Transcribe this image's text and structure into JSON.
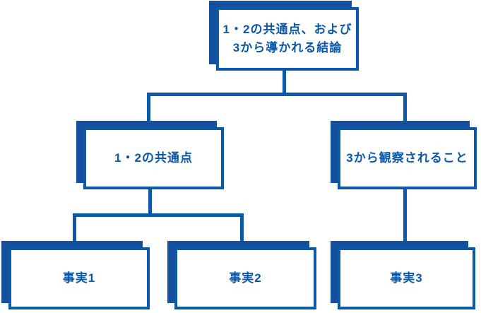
{
  "colors": {
    "line": "#0a5aa9",
    "shadow": "#15509f",
    "text": "#0b57a8",
    "box_bg": "#ffffff",
    "page_bg": "#ffffff"
  },
  "nodes": {
    "conclusion": {
      "lines": [
        "1・2の共通点、および",
        "3から導かれる結論"
      ]
    },
    "commonality": {
      "label": "1・2の共通点"
    },
    "observation": {
      "label": "3から観察されること"
    },
    "fact1": {
      "label": "事実1"
    },
    "fact2": {
      "label": "事実2"
    },
    "fact3": {
      "label": "事実3"
    }
  }
}
